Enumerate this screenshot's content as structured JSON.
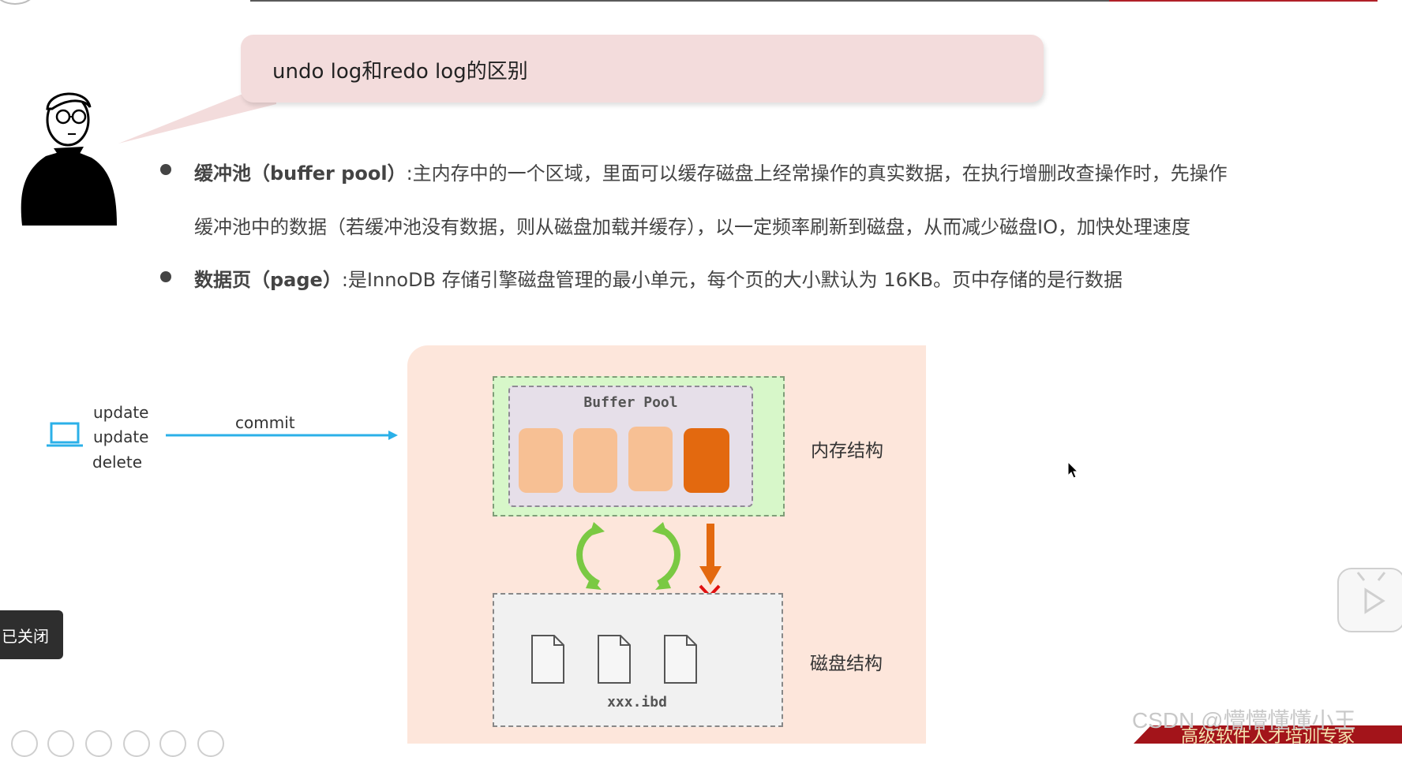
{
  "slide": {
    "bubble_title": "undo log和redo log的区别",
    "bullets": [
      {
        "term": "缓冲池（buffer pool）",
        "line1": ":主内存中的一个区域，里面可以缓存磁盘上经常操作的真实数据，在执行增删改查操作时，先操作",
        "line2": "缓冲池中的数据（若缓冲池没有数据，则从磁盘加载并缓存），以一定频率刷新到磁盘，从而减少磁盘IO，加快处理速度"
      },
      {
        "term": "数据页（page）",
        "line1": ":是InnoDB 存储引擎磁盘管理的最小单元，每个页的大小默认为 16KB。页中存储的是行数据"
      }
    ]
  },
  "diagram": {
    "ops": [
      "update",
      "update",
      "delete"
    ],
    "commit_label": "commit",
    "buffer_pool_title": "Buffer Pool",
    "memory_label": "内存结构",
    "disk_label": "磁盘结构",
    "disk_file": "xxx.ibd"
  },
  "player": {
    "closed_label": "已关闭",
    "watermark": "CSDN @懵懵懂懂小王",
    "banner_text": "高级软件人才培训专家"
  },
  "colors": {
    "bubble": "#f3dcdc",
    "diagram_bg": "#fde6db",
    "memory_box": "#d7f7c9",
    "page_light": "#f7c094",
    "page_dark": "#e3690f",
    "arrow_blue": "#2bb0e8",
    "arrow_green": "#7ac943",
    "banner": "#a3141a"
  }
}
